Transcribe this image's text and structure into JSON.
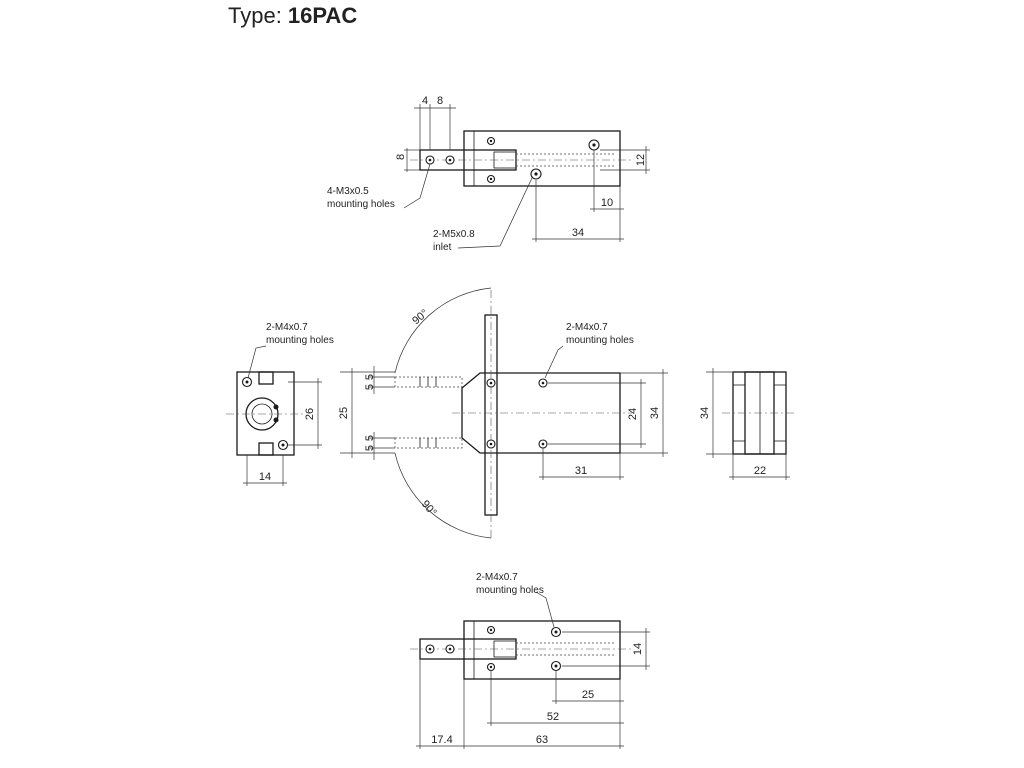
{
  "title": {
    "prefix": "Type: ",
    "model": "16PAC"
  },
  "top_view": {
    "dims": {
      "d4": "4",
      "d8_top": "8",
      "d8_side": "8",
      "d12": "12",
      "d10": "10",
      "d34": "34"
    },
    "labels": {
      "m3_line1": "4-M3x0.5",
      "m3_line2": "mounting holes",
      "m5_line1": "2-M5x0.8",
      "m5_line2": "inlet"
    }
  },
  "left_end_view": {
    "dims": {
      "d26": "26",
      "d14": "14"
    },
    "labels": {
      "line1": "2-M4x0.7",
      "line2": "mounting holes"
    }
  },
  "front_view": {
    "dims": {
      "d5a": "5",
      "d5b": "5",
      "d25": "25",
      "d5c": "5",
      "d5d": "5",
      "d24": "24",
      "d34": "34",
      "d31": "31"
    },
    "angles": {
      "upper": "90°",
      "lower": "90°"
    },
    "labels": {
      "line1": "2-M4x0.7",
      "line2": "mounting holes"
    }
  },
  "right_end_view": {
    "dims": {
      "d34": "34",
      "d22": "22"
    }
  },
  "bottom_view": {
    "dims": {
      "d14": "14",
      "d25": "25",
      "d52": "52",
      "d17_4": "17.4",
      "d63": "63"
    },
    "labels": {
      "line1": "2-M4x0.7",
      "line2": "mounting holes"
    }
  }
}
